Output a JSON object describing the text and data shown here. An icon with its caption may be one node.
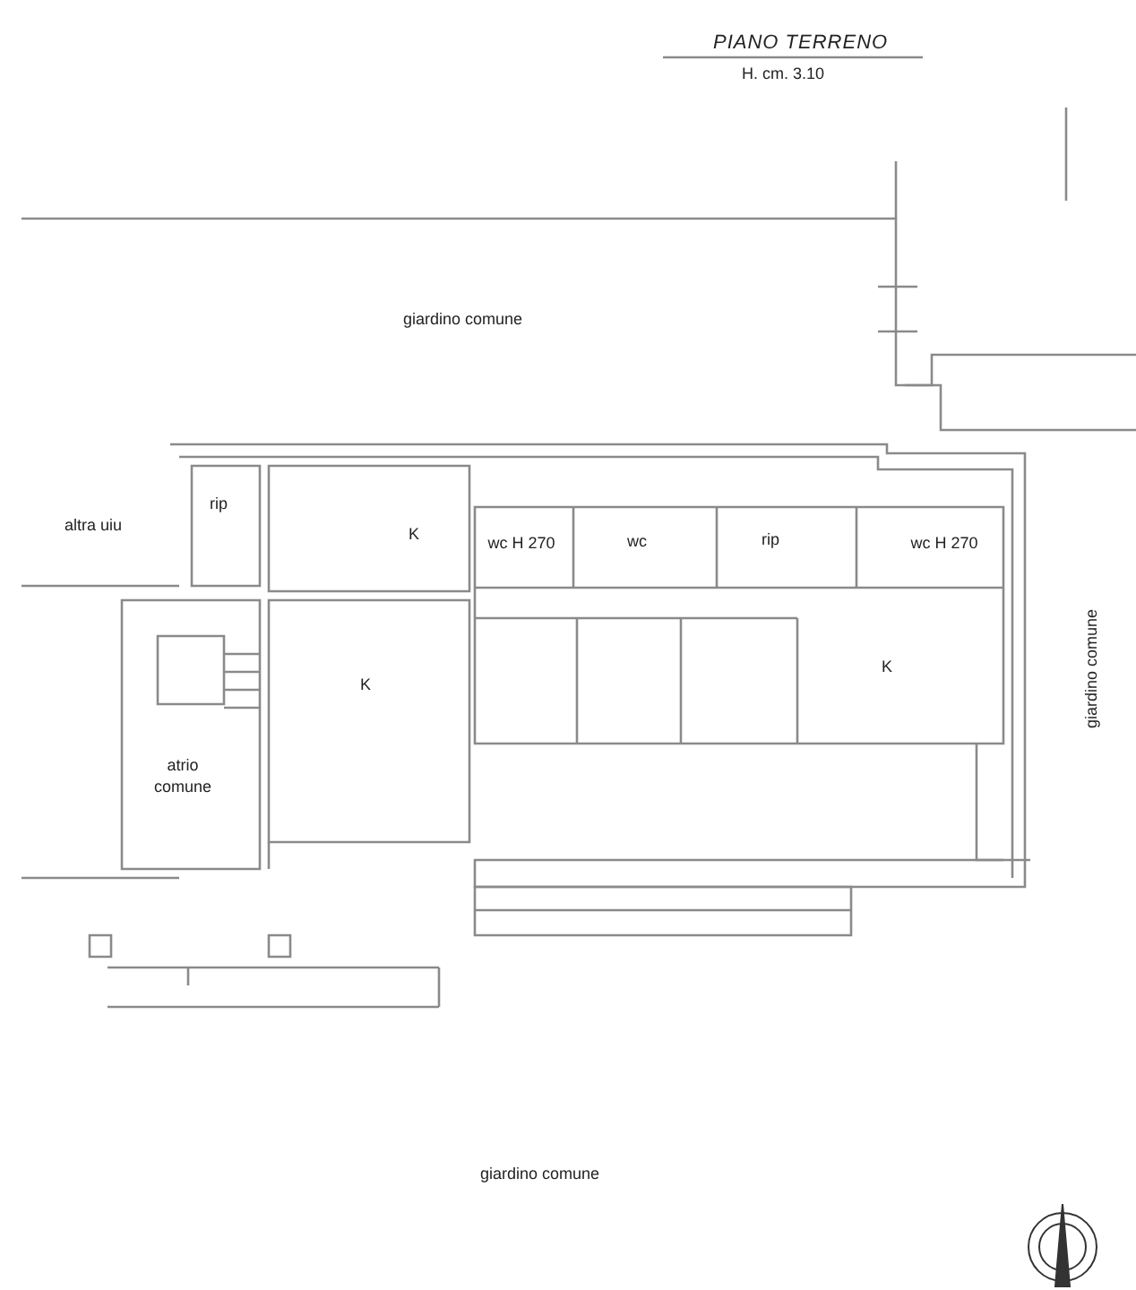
{
  "diagram": {
    "title": "PIANO TERRENO",
    "labels": [
      "H. cm. 3.10",
      "giardino comune",
      "rip",
      "K",
      "wc H 270",
      "wc",
      "rip",
      "wc H 270",
      "altra uiu",
      "giardino comune",
      "K",
      "K",
      "atrio comune",
      "giardino comune"
    ]
  }
}
